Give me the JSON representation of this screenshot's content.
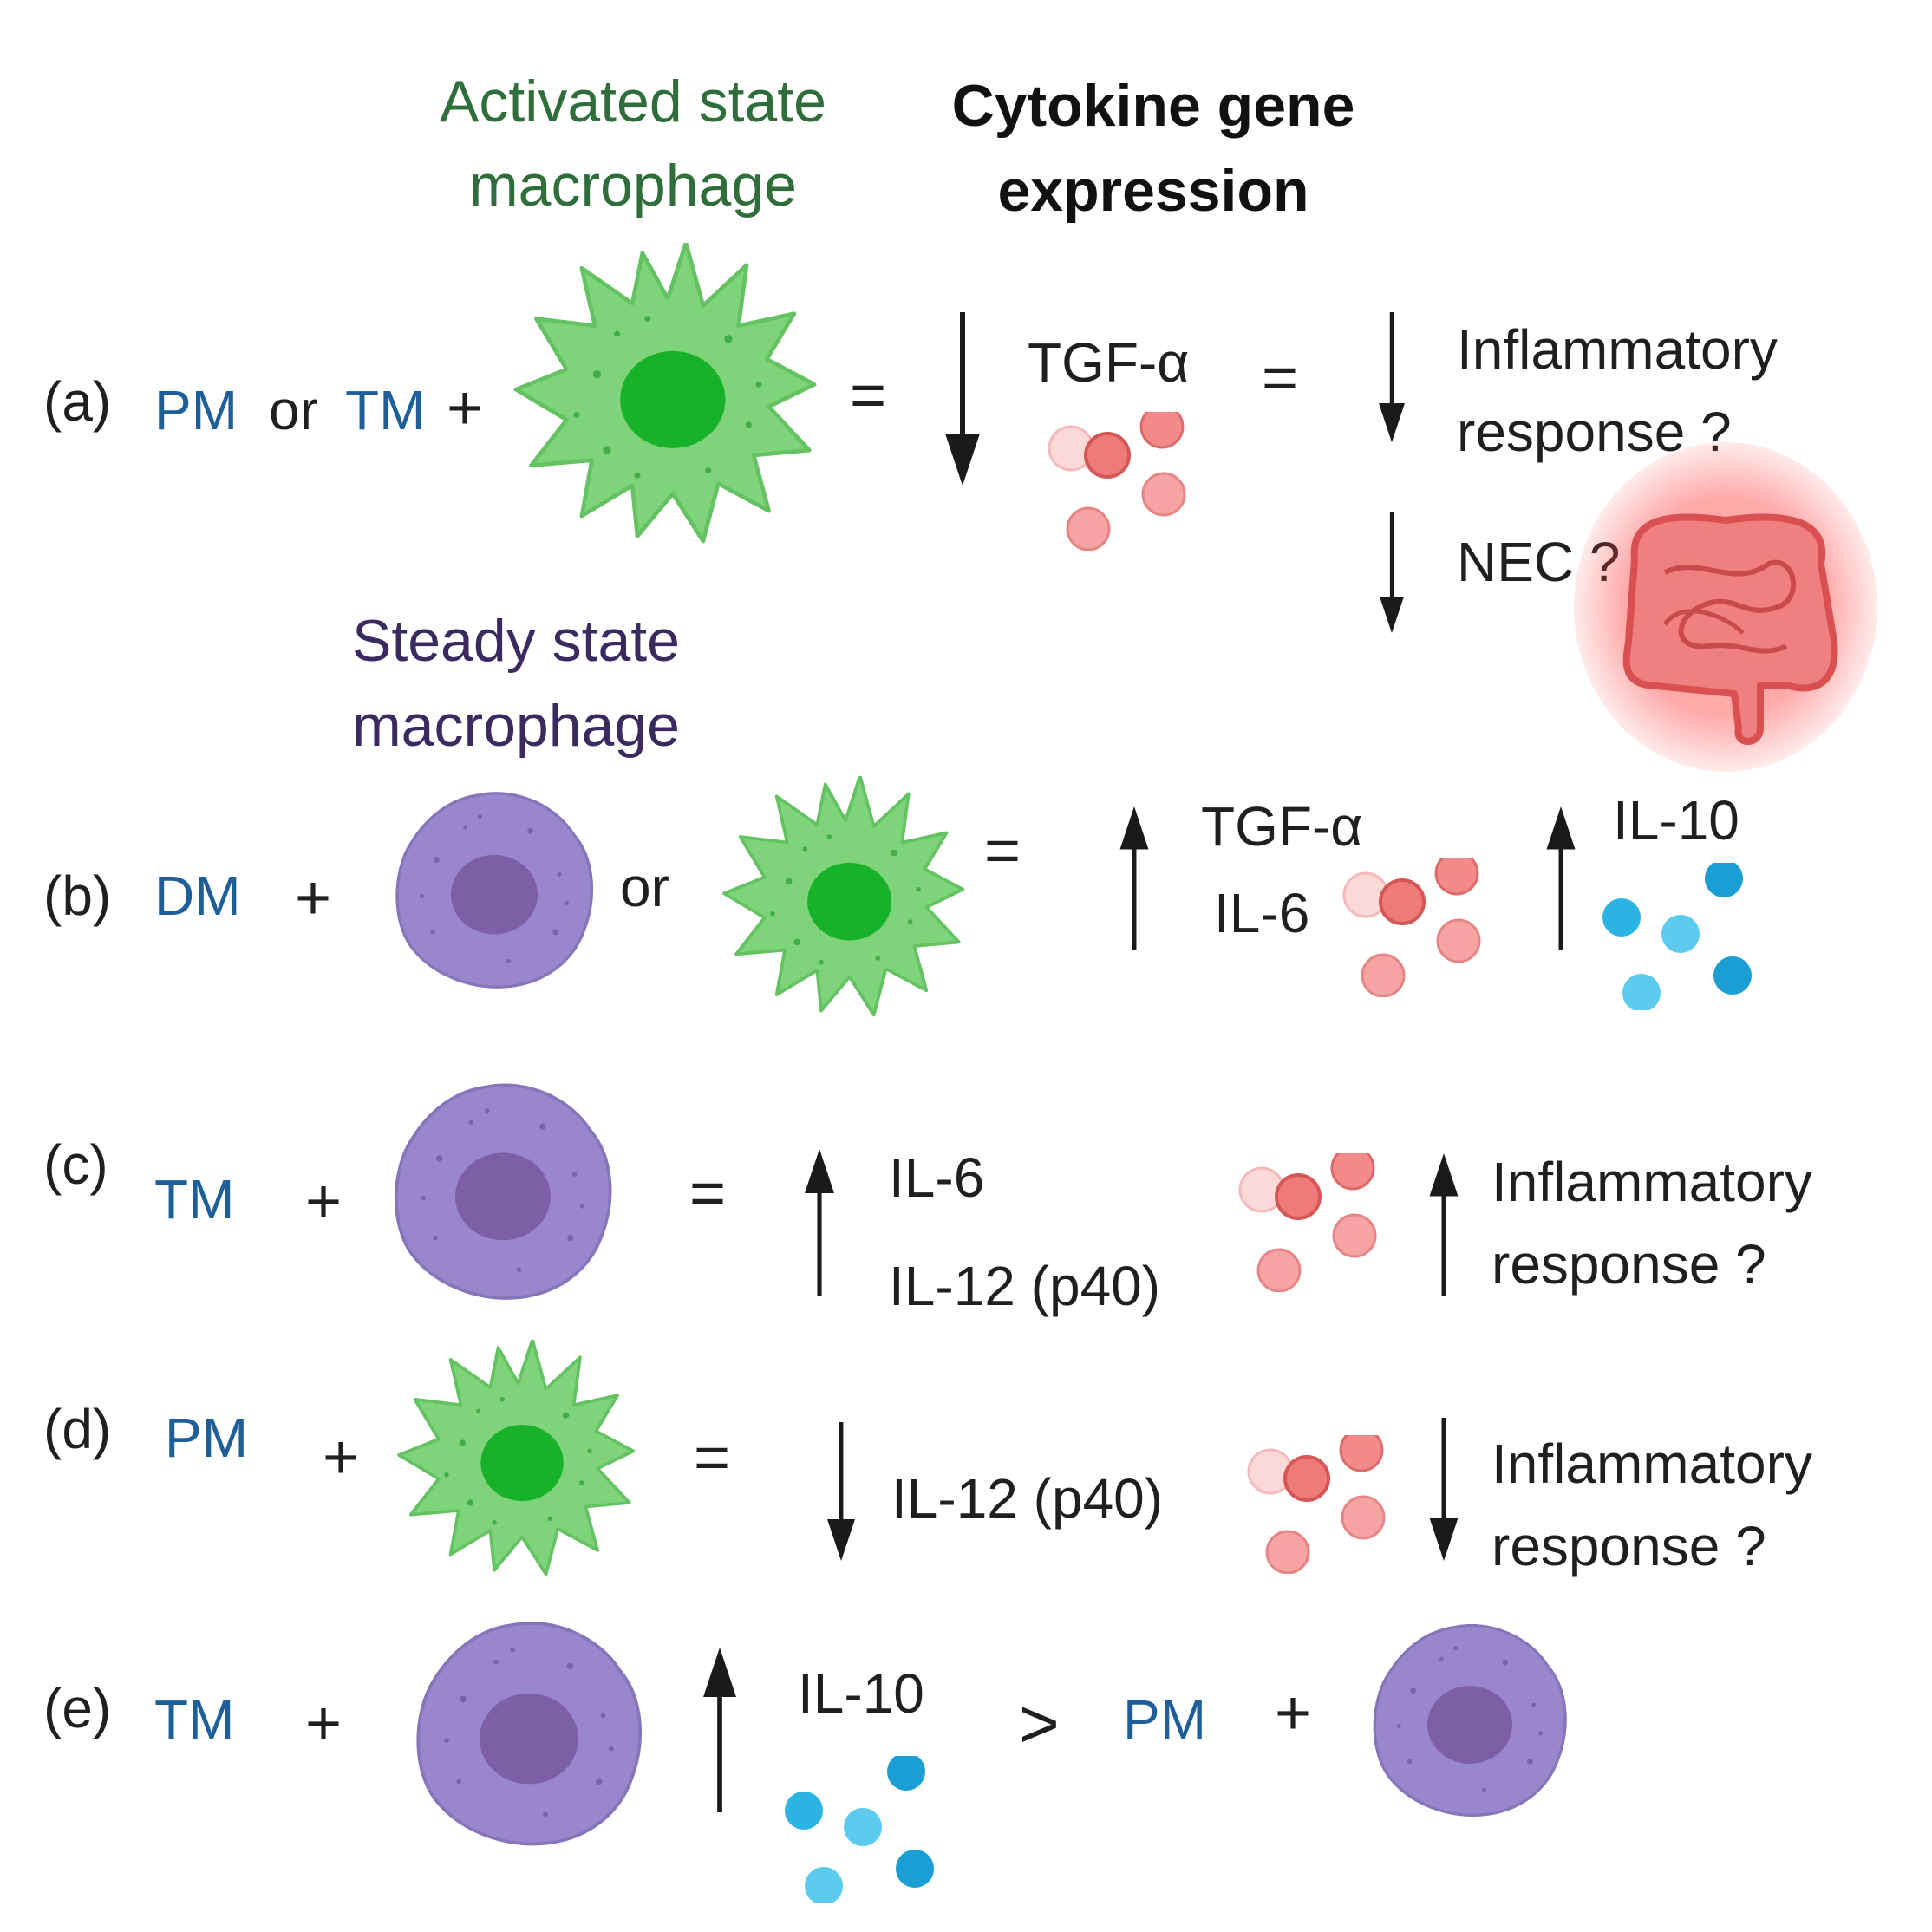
{
  "headers": {
    "activated_line1": "Activated state",
    "activated_line2": "macrophage",
    "cytokine_line1": "Cytokine gene",
    "cytokine_line2": "expression",
    "steady_line1": "Steady state",
    "steady_line2": "macrophage"
  },
  "rows": {
    "a": {
      "label": "(a)",
      "pm": "PM",
      "or": "or",
      "tm": "TM",
      "plus": "+",
      "eq": "=",
      "cytokine": "TGF-α",
      "eq2": "=",
      "outcome_line1": "Inflammatory",
      "outcome_line2": "response ?",
      "nec": "NEC ?"
    },
    "b": {
      "label": "(b)",
      "dm": "DM",
      "plus": "+",
      "or": "or",
      "eq": "=",
      "cytokine1": "TGF-α",
      "cytokine2": "IL-6",
      "cytokine3": "IL-10"
    },
    "c": {
      "label": "(c)",
      "tm": "TM",
      "plus": "+",
      "eq": "=",
      "cytokine1": "IL-6",
      "cytokine2": "IL-12 (p40)",
      "outcome_line1": "Inflammatory",
      "outcome_line2": "response ?"
    },
    "d": {
      "label": "(d)",
      "pm": "PM",
      "plus": "+",
      "eq": "=",
      "cytokine": "IL-12 (p40)",
      "outcome_line1": "Inflammatory",
      "outcome_line2": "response ?"
    },
    "e": {
      "label": "(e)",
      "tm": "TM",
      "plus": "+",
      "cytokine": "IL-10",
      "gt": ">",
      "pm": "PM",
      "plus2": "+"
    }
  },
  "colors": {
    "activated_cell": "#7fd37a",
    "activated_nucleus": "#17b12a",
    "steady_cell": "#9a86cc",
    "steady_nucleus": "#7d5fa6",
    "red_dot": "#f08c8c",
    "blue_dot": "#2bb4e2",
    "label_blue": "#1e5f99"
  },
  "icons": [
    "activated-macrophage-icon",
    "steady-macrophage-icon",
    "red-cytokine-dots-icon",
    "blue-cytokine-dots-icon",
    "intestine-icon",
    "up-arrow-icon",
    "down-arrow-icon"
  ]
}
